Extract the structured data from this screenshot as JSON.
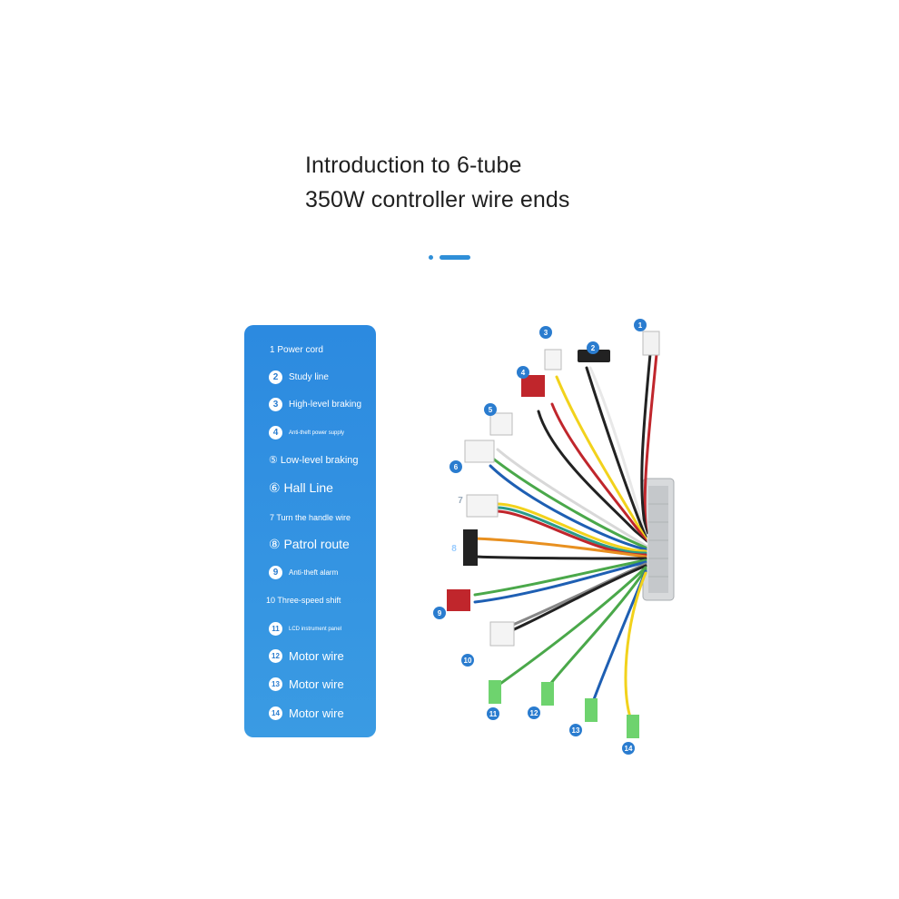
{
  "title": {
    "line1": "Introduction to 6-tube",
    "line2": "350W controller wire ends"
  },
  "colors": {
    "accent": "#2f8fd8",
    "panel_top": "#2c8ae0",
    "panel_bottom": "#3a9be3",
    "badge_text": "#2a7ccf"
  },
  "legend": [
    {
      "num": "",
      "label": "1 Power cord"
    },
    {
      "num": "2",
      "label": "Study line"
    },
    {
      "num": "3",
      "label": "High-level braking"
    },
    {
      "num": "4",
      "label": "Anti-theft power supply"
    },
    {
      "num": "",
      "label": "⑤ Low-level braking"
    },
    {
      "num": "",
      "label": "⑥ Hall Line"
    },
    {
      "num": "",
      "label": "7 Turn the handle wire"
    },
    {
      "num": "",
      "label": "⑧ Patrol route"
    },
    {
      "num": "9",
      "label": "Anti-theft alarm"
    },
    {
      "num": "",
      "label": "10 Three-speed shift"
    },
    {
      "num": "11",
      "label": "LCD instrument panel"
    },
    {
      "num": "12",
      "label": "Motor wire"
    },
    {
      "num": "13",
      "label": "Motor wire"
    },
    {
      "num": "14",
      "label": "Motor wire"
    }
  ],
  "callouts": [
    "1",
    "2",
    "3",
    "4",
    "5",
    "6",
    "7",
    "8",
    "9",
    "10",
    "11",
    "12",
    "13",
    "14"
  ]
}
